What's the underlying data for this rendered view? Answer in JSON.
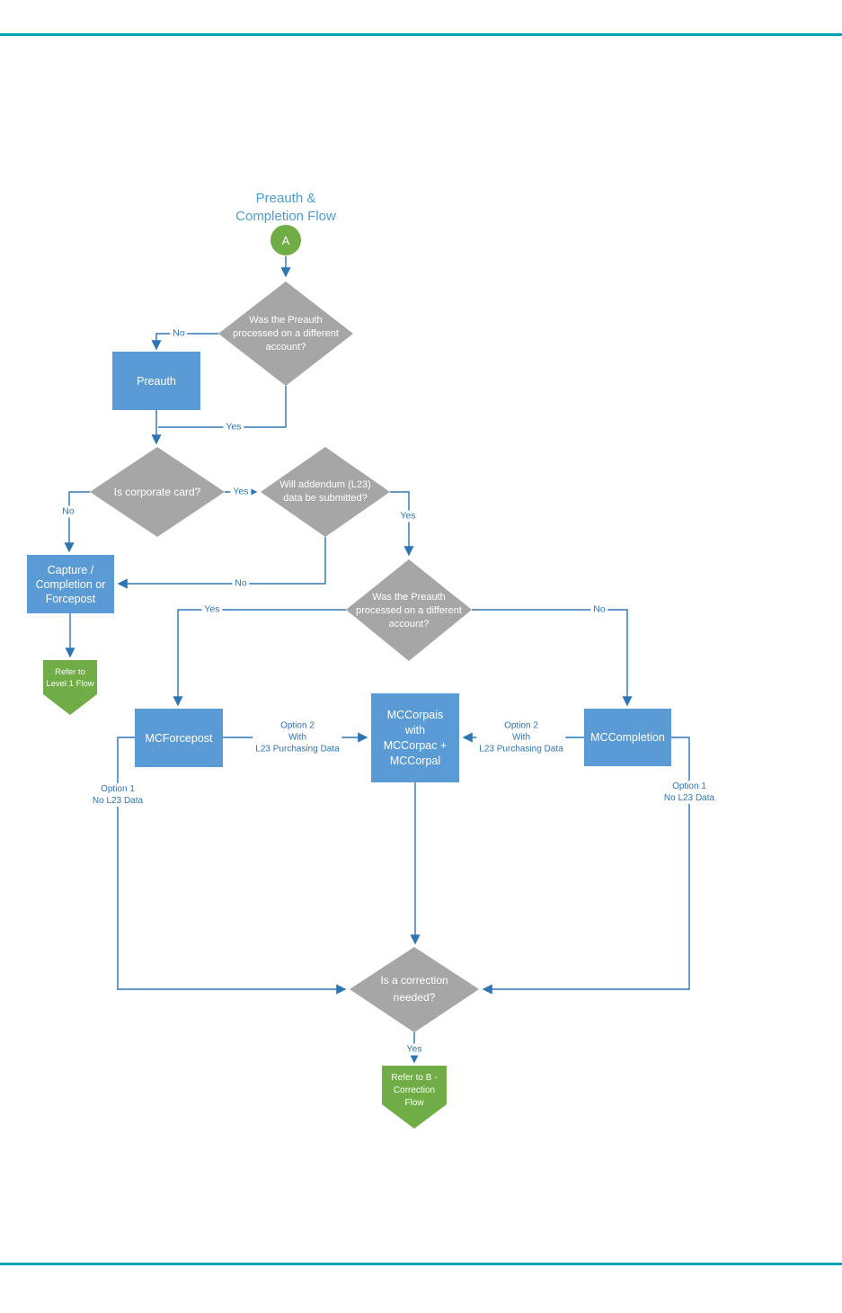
{
  "title": {
    "line1": "Preauth &",
    "line2": "Completion Flow"
  },
  "colors": {
    "rule_teal": "#00a3b4",
    "process_blue": "#5b9bd5",
    "decision_gray": "#a6a6a6",
    "terminal_green": "#70ad47",
    "connector_blue": "#2e75b6",
    "title_blue": "#4f9bd5"
  },
  "nodes": {
    "start_label": "A",
    "preauth_question": {
      "line1": "Was the Preauth",
      "line2": "processed on a different",
      "line3": "account?"
    },
    "preauth": "Preauth",
    "corporate_question": "Is corporate card?",
    "addendum_question": {
      "line1": "Will addendum (L23)",
      "line2": "data be submitted?"
    },
    "capture": {
      "line1": "Capture /",
      "line2": "Completion or",
      "line3": "Forcepost"
    },
    "refer_level1": {
      "line1": "Refer to",
      "line2": "Level 1 Flow"
    },
    "mcforcepost": "MCForcepost",
    "mccorpais": {
      "line1": "MCCorpais",
      "line2": "with",
      "line3": "MCCorpac +",
      "line4": "MCCorpal"
    },
    "mccompletion": "MCCompletion",
    "correction_question": {
      "line1": "Is a correction",
      "line2": "needed?"
    },
    "refer_b": {
      "line1": "Refer to B -",
      "line2": "Correction",
      "line3": "Flow"
    }
  },
  "edges": {
    "no": "No",
    "yes": "Yes",
    "option2": {
      "line1": "Option 2",
      "line2": "With",
      "line3": "L23 Purchasing Data"
    },
    "option1": {
      "line1": "Option 1",
      "line2": "No L23 Data"
    }
  }
}
